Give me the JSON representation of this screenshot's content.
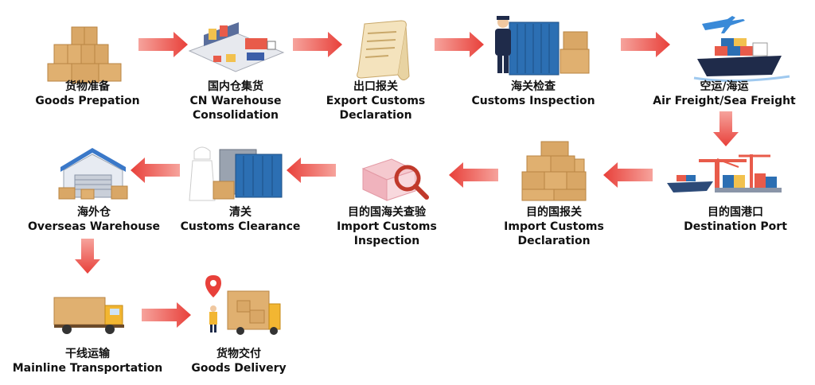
{
  "steps": [
    {
      "zh": "货物准备",
      "en": [
        "Goods Prepation"
      ],
      "icon": "boxes-stack-icon"
    },
    {
      "zh": "国内仓集货",
      "en": [
        "CN Warehouse",
        "Consolidation"
      ],
      "icon": "warehouse-trucks-icon"
    },
    {
      "zh": "出口报关",
      "en": [
        "Export Customs",
        "Declaration"
      ],
      "icon": "document-scroll-icon"
    },
    {
      "zh": "海关检查",
      "en": [
        "Customs Inspection"
      ],
      "icon": "officer-container-icon"
    },
    {
      "zh": "空运/海运",
      "en": [
        "Air Freight/Sea Freight"
      ],
      "icon": "plane-ship-icon"
    },
    {
      "zh": "目的国港口",
      "en": [
        "Destination Port"
      ],
      "icon": "port-crane-ship-icon"
    },
    {
      "zh": "目的国报关",
      "en": [
        "Import Customs",
        "Declaration"
      ],
      "icon": "box-stack-declaration-icon"
    },
    {
      "zh": "目的国海关查验",
      "en": [
        "Import Customs",
        "Inspection"
      ],
      "icon": "box-magnifier-icon"
    },
    {
      "zh": "清关",
      "en": [
        "Customs Clearance"
      ],
      "icon": "inspector-container-icon"
    },
    {
      "zh": "海外仓",
      "en": [
        "Overseas Warehouse"
      ],
      "icon": "overseas-warehouse-icon"
    },
    {
      "zh": "干线运输",
      "en": [
        "Mainline Transportation"
      ],
      "icon": "delivery-truck-icon"
    },
    {
      "zh": "货物交付",
      "en": [
        "Goods Delivery"
      ],
      "icon": "delivery-pin-truck-icon"
    }
  ],
  "colors": {
    "arrow": "#e8403a",
    "arrow_light": "#f6a39c",
    "box": "#d9a766",
    "box_dark": "#b98443",
    "container": "#2c6fb3",
    "text": "#111111"
  }
}
